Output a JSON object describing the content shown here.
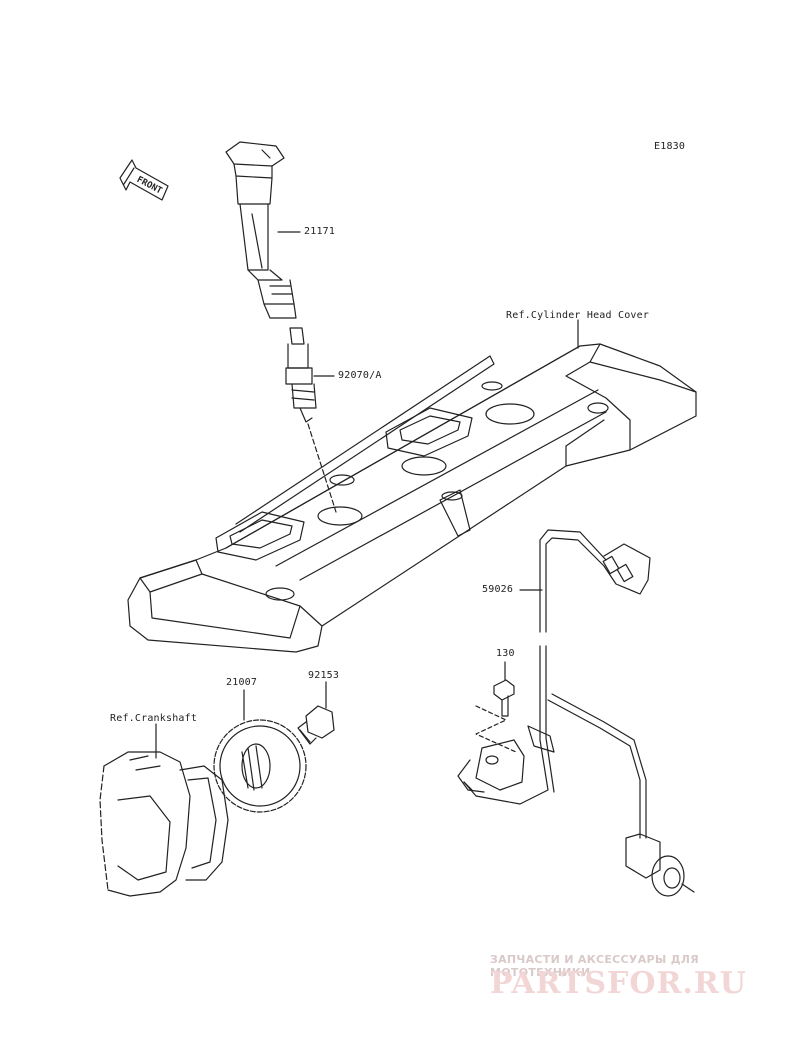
{
  "diagram_code": "E1830",
  "front_label": "FRONT",
  "parts": [
    {
      "id": "21171"
    },
    {
      "id": "92070/A"
    },
    {
      "id": "59026"
    },
    {
      "id": "130"
    },
    {
      "id": "21007"
    },
    {
      "id": "92153"
    }
  ],
  "references": {
    "cylinder_head_cover": "Ref.Cylinder Head Cover",
    "crankshaft": "Ref.Crankshaft"
  },
  "watermark": {
    "tagline": "ЗАПЧАСТИ И АКСЕССУАРЫ ДЛЯ МОТОТЕХНИКИ",
    "logo_text": "PARTSFOR.RU"
  }
}
